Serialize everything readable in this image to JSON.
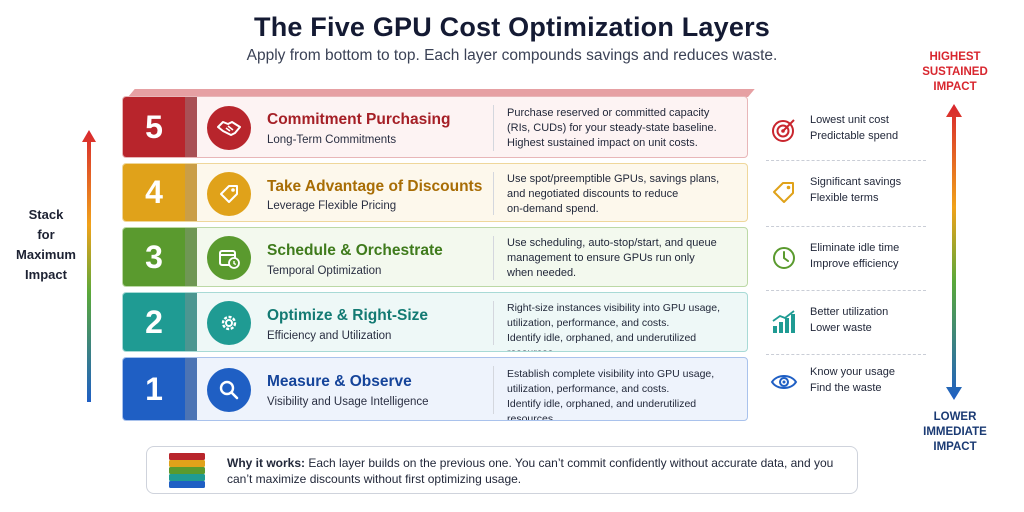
{
  "title": "The Five GPU Cost Optimization Layers",
  "subtitle": "Apply from bottom to top. Each layer compounds savings and reduces waste.",
  "left_label": [
    "Stack",
    "for",
    "Maximum",
    "Impact"
  ],
  "right_top_label": [
    "HIGHEST",
    "SUSTAINED",
    "IMPACT"
  ],
  "right_bottom_label": [
    "LOWER",
    "IMMEDIATE",
    "IMPACT"
  ],
  "colors": {
    "layer5": "#b8252c",
    "layer4": "#e0a21a",
    "layer3": "#5a9a2e",
    "layer2": "#1f9b93",
    "layer1": "#1f5fc4",
    "highest": "#d8262e",
    "lower": "#1a3a73"
  },
  "layers": [
    {
      "number": "5",
      "title": "Commitment Purchasing",
      "subtitle": "Long-Term Commitments",
      "icon": "handshake-icon",
      "description": [
        "Purchase reserved or committed capacity",
        "(RIs, CUDs) for your steady-state baseline.",
        "Highest sustained impact on unit costs."
      ]
    },
    {
      "number": "4",
      "title": "Take Advantage of Discounts",
      "subtitle": "Leverage Flexible Pricing",
      "icon": "price-tag-icon",
      "description": [
        "Use spot/preemptible GPUs, savings plans,",
        "and negotiated discounts to reduce",
        "on-demand spend."
      ]
    },
    {
      "number": "3",
      "title": "Schedule & Orchestrate",
      "subtitle": "Temporal Optimization",
      "icon": "calendar-clock-icon",
      "description": [
        "Use scheduling, auto-stop/start, and queue",
        "management to ensure GPUs run only",
        "when needed."
      ]
    },
    {
      "number": "2",
      "title": "Optimize & Right-Size",
      "subtitle": "Efficiency and Utilization",
      "icon": "gear-icon",
      "description": [
        "Right-size instances visibility into GPU usage,",
        "utilization, performance, and costs.",
        "Identify idle, orphaned, and underutilized resources."
      ]
    },
    {
      "number": "1",
      "title": "Measure & Observe",
      "subtitle": "Visibility and Usage Intelligence",
      "icon": "magnifier-icon",
      "description": [
        "Establish complete visibility into GPU usage,",
        "utilization, performance, and costs.",
        "Identify idle, orphaned, and underutilized resources."
      ]
    }
  ],
  "benefits": [
    {
      "icon": "target-icon",
      "line1": "Lowest unit cost",
      "line2": "Predictable spend"
    },
    {
      "icon": "tag-outline-icon",
      "line1": "Significant savings",
      "line2": "Flexible terms"
    },
    {
      "icon": "clock-icon",
      "line1": "Eliminate idle time",
      "line2": "Improve efficiency"
    },
    {
      "icon": "growth-chart-icon",
      "line1": "Better utilization",
      "line2": "Lower waste"
    },
    {
      "icon": "eye-icon",
      "line1": "Know your usage",
      "line2": "Find the waste"
    }
  ],
  "footer": {
    "bold": "Why it works:",
    "text": " Each layer builds on the previous one. You can’t commit confidently without accurate data, and you can’t maximize discounts without first optimizing usage."
  }
}
